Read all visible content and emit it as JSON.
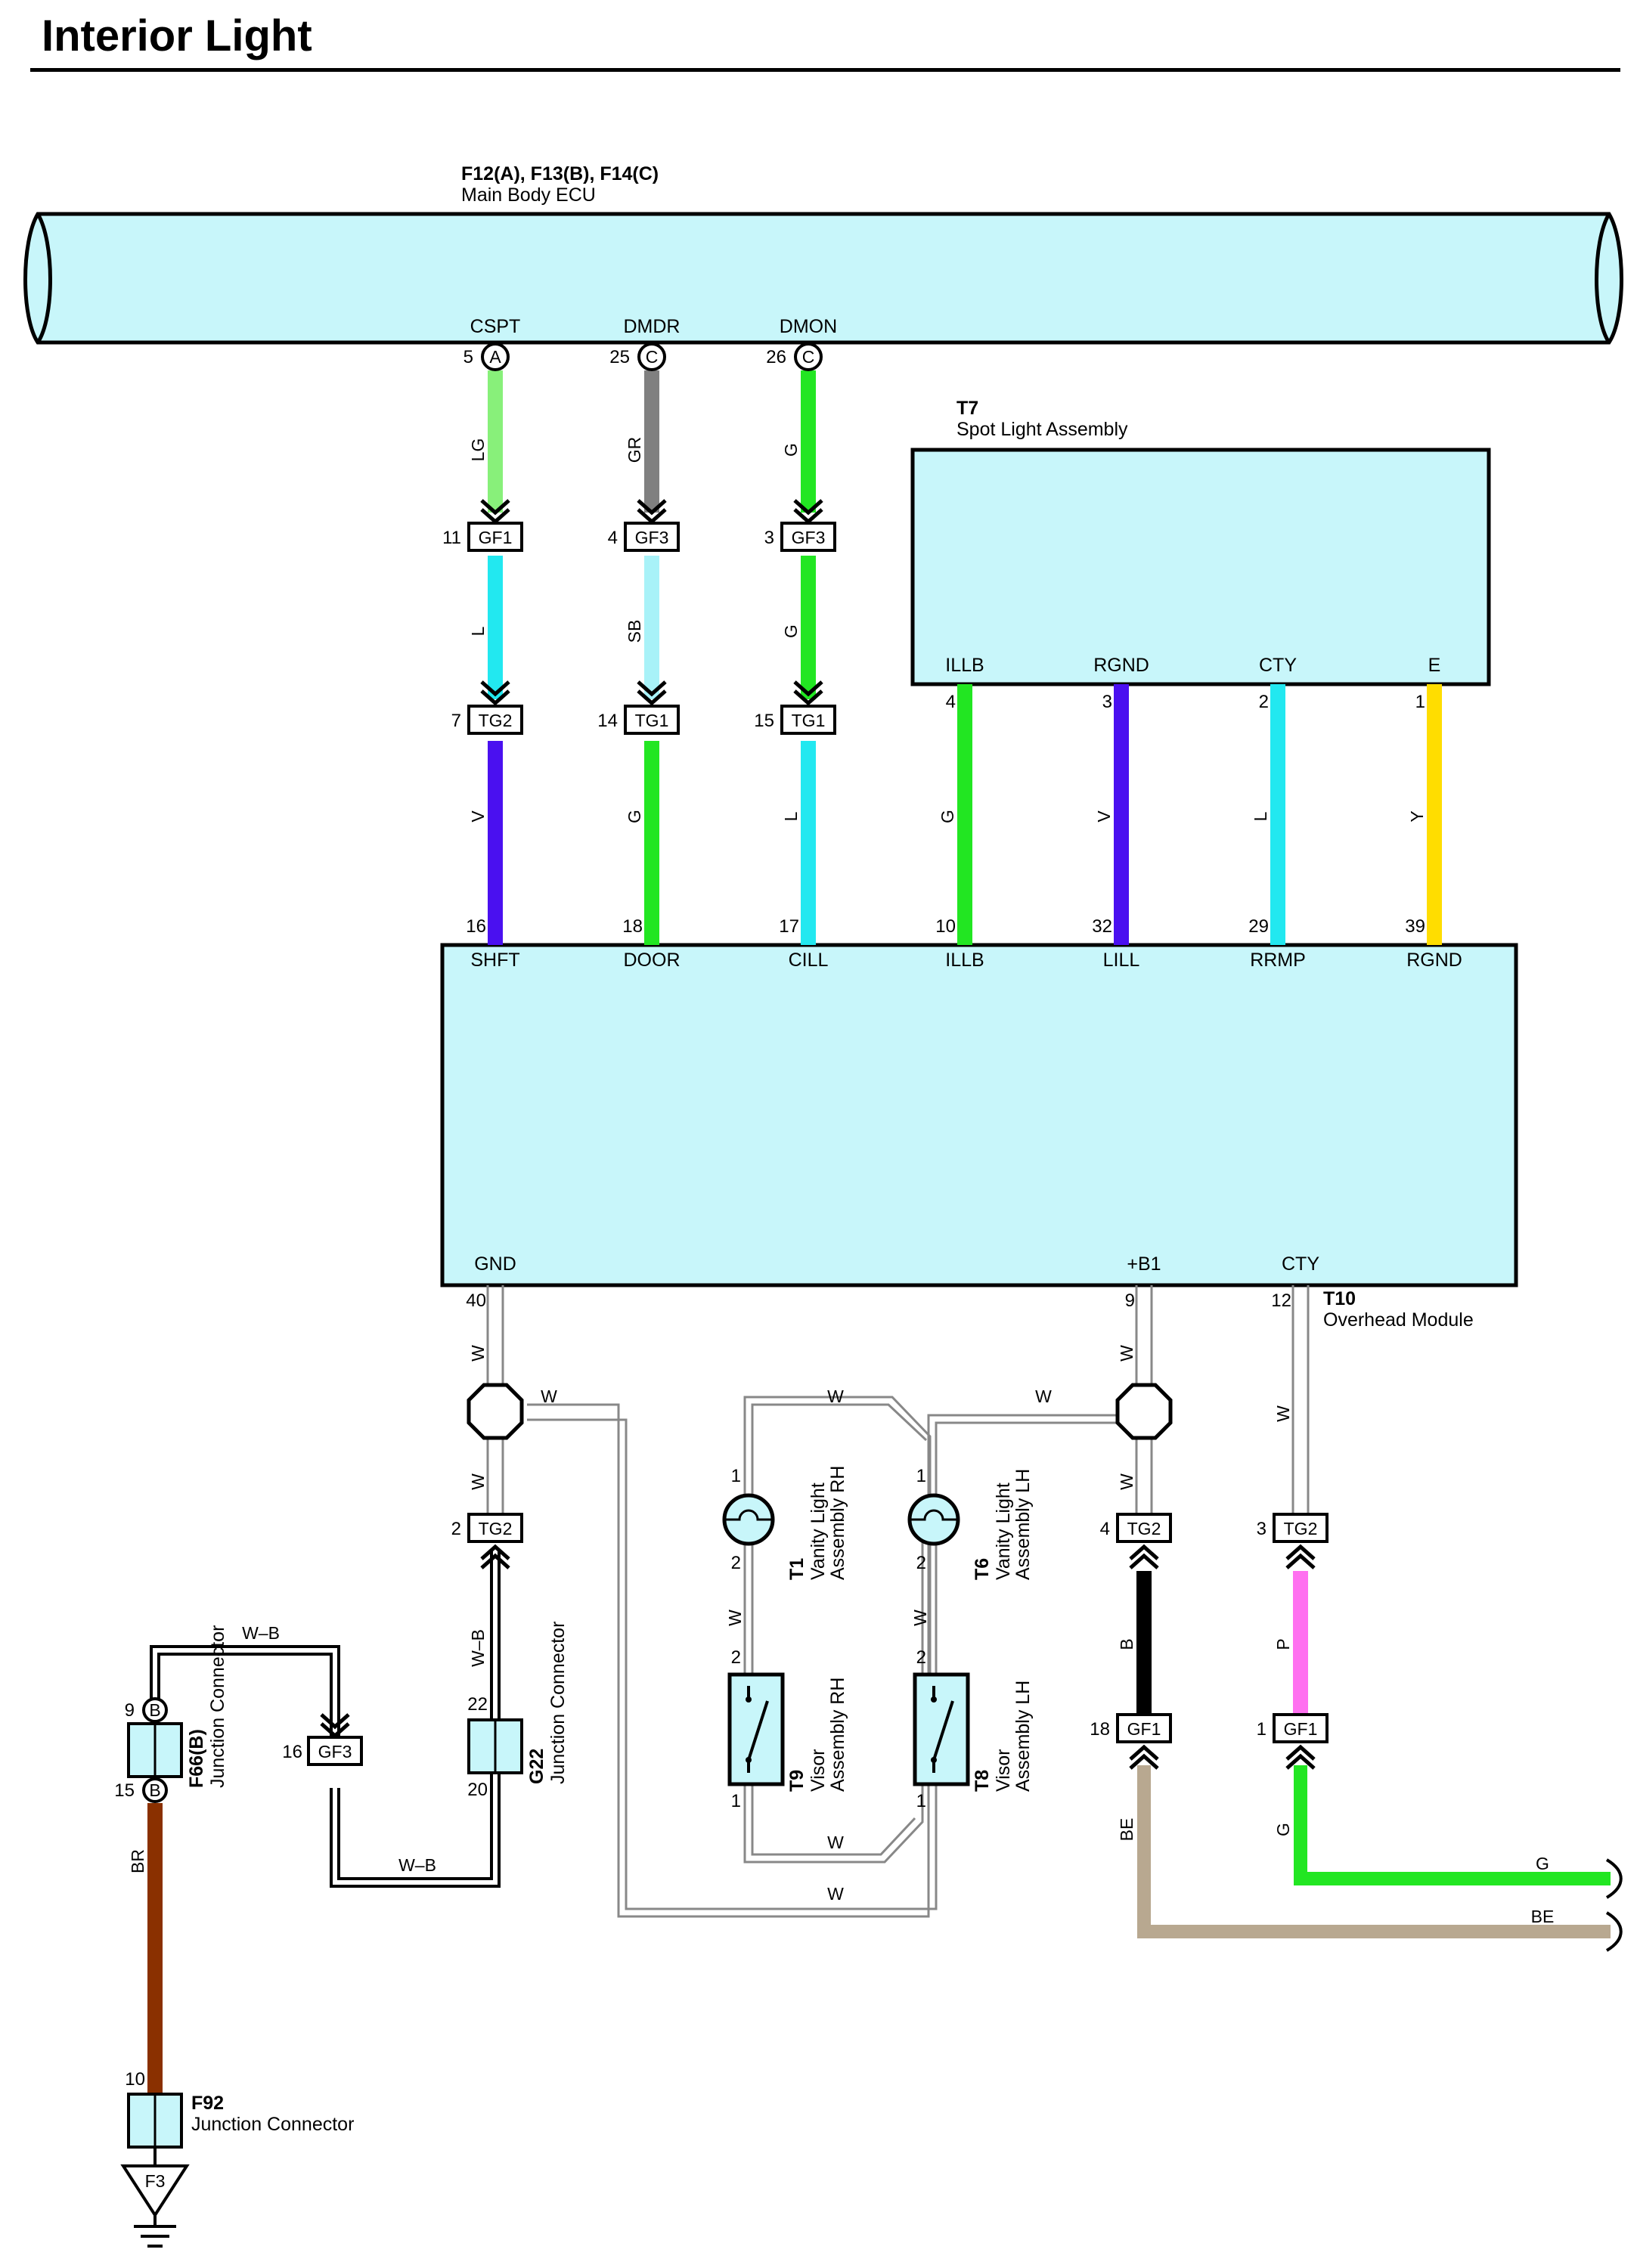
{
  "title": "Interior Light",
  "colors": {
    "component_fill": "#c8f6fa",
    "LG": "#88f07a",
    "GR": "#808080",
    "G": "#22e622",
    "L": "#22e8f0",
    "SB": "#a8f2f8",
    "V": "#4a10f0",
    "Y": "#ffdd00",
    "B": "#000000",
    "P": "#ff70f0",
    "BR": "#8a3000",
    "BE": "#b8a890",
    "W": "#ffffff"
  },
  "ecu": {
    "code": "F12(A), F13(B), F14(C)",
    "name": "Main Body ECU",
    "terminals": [
      {
        "name": "CSPT",
        "pin": "5",
        "conn": "A"
      },
      {
        "name": "DMDR",
        "pin": "25",
        "conn": "C"
      },
      {
        "name": "DMON",
        "pin": "26",
        "conn": "C"
      }
    ]
  },
  "spot": {
    "code": "T7",
    "name": "Spot Light Assembly",
    "terminals": [
      {
        "name": "ILLB",
        "pin": "4",
        "wire": "G"
      },
      {
        "name": "RGND",
        "pin": "3",
        "wire": "V"
      },
      {
        "name": "CTY",
        "pin": "2",
        "wire": "L"
      },
      {
        "name": "E",
        "pin": "1",
        "wire": "Y"
      }
    ]
  },
  "overhead": {
    "code": "T10",
    "name": "Overhead Module",
    "top_terminals": [
      {
        "name": "SHFT",
        "pin": "16"
      },
      {
        "name": "DOOR",
        "pin": "18"
      },
      {
        "name": "CILL",
        "pin": "17"
      },
      {
        "name": "ILLB",
        "pin": "10"
      },
      {
        "name": "LILL",
        "pin": "32"
      },
      {
        "name": "RRMP",
        "pin": "29"
      },
      {
        "name": "RGND",
        "pin": "39"
      }
    ],
    "bottom_terminals": [
      {
        "name": "GND",
        "pin": "40"
      },
      {
        "name": "+B1",
        "pin": "9"
      },
      {
        "name": "CTY",
        "pin": "12"
      }
    ]
  },
  "columns": [
    {
      "w1": "LG",
      "c1": "GF1",
      "p1": "11",
      "w2": "L",
      "c2": "TG2",
      "p2": "7",
      "w3": "V"
    },
    {
      "w1": "GR",
      "c1": "GF3",
      "p1": "4",
      "w2": "SB",
      "c2": "TG1",
      "p2": "14",
      "w3": "G"
    },
    {
      "w1": "G",
      "c1": "GF3",
      "p1": "3",
      "w2": "G",
      "c2": "TG1",
      "p2": "15",
      "w3": "L"
    }
  ],
  "lower": {
    "gnd_wire": "W",
    "jp_wire": "W",
    "tg2_left": {
      "conn": "TG2",
      "pin": "2"
    },
    "wb_wire": "W–B",
    "g22": {
      "code": "G22",
      "name": "Junction Connector",
      "pin_top": "22",
      "pin_bottom": "20"
    },
    "gf3_left": {
      "conn": "GF3",
      "pin": "16"
    },
    "f66": {
      "code": "F66(B)",
      "name": "Junction Connector",
      "conn": "B",
      "pin_top": "9",
      "pin_bottom": "15"
    },
    "br_wire": "BR",
    "f92": {
      "code": "F92",
      "name": "Junction Connector",
      "pin": "10"
    },
    "ground": "F3",
    "t1": {
      "code": "T1",
      "name1": "Vanity Light",
      "name2": "Assembly RH",
      "pin_top": "1",
      "pin_bottom": "2"
    },
    "t6": {
      "code": "T6",
      "name1": "Vanity Light",
      "name2": "Assembly LH",
      "pin_top": "1",
      "pin_bottom": "2"
    },
    "t9": {
      "code": "T9",
      "name1": "Visor",
      "name2": "Assembly RH",
      "pin_top": "2",
      "pin_bottom": "1"
    },
    "t8": {
      "code": "T8",
      "name1": "Visor",
      "name2": "Assembly LH",
      "pin_top": "2",
      "pin_bottom": "1"
    },
    "b1_wire": "W",
    "tg2_mid": {
      "conn": "TG2",
      "pin": "4"
    },
    "b_wire": "B",
    "gf1_mid": {
      "conn": "GF1",
      "pin": "18"
    },
    "be_wire": "BE",
    "cty_wire": "W",
    "tg2_right": {
      "conn": "TG2",
      "pin": "3"
    },
    "p_wire": "P",
    "gf1_right": {
      "conn": "GF1",
      "pin": "1"
    },
    "g_wire": "G",
    "right_g": "G",
    "right_be": "BE"
  }
}
